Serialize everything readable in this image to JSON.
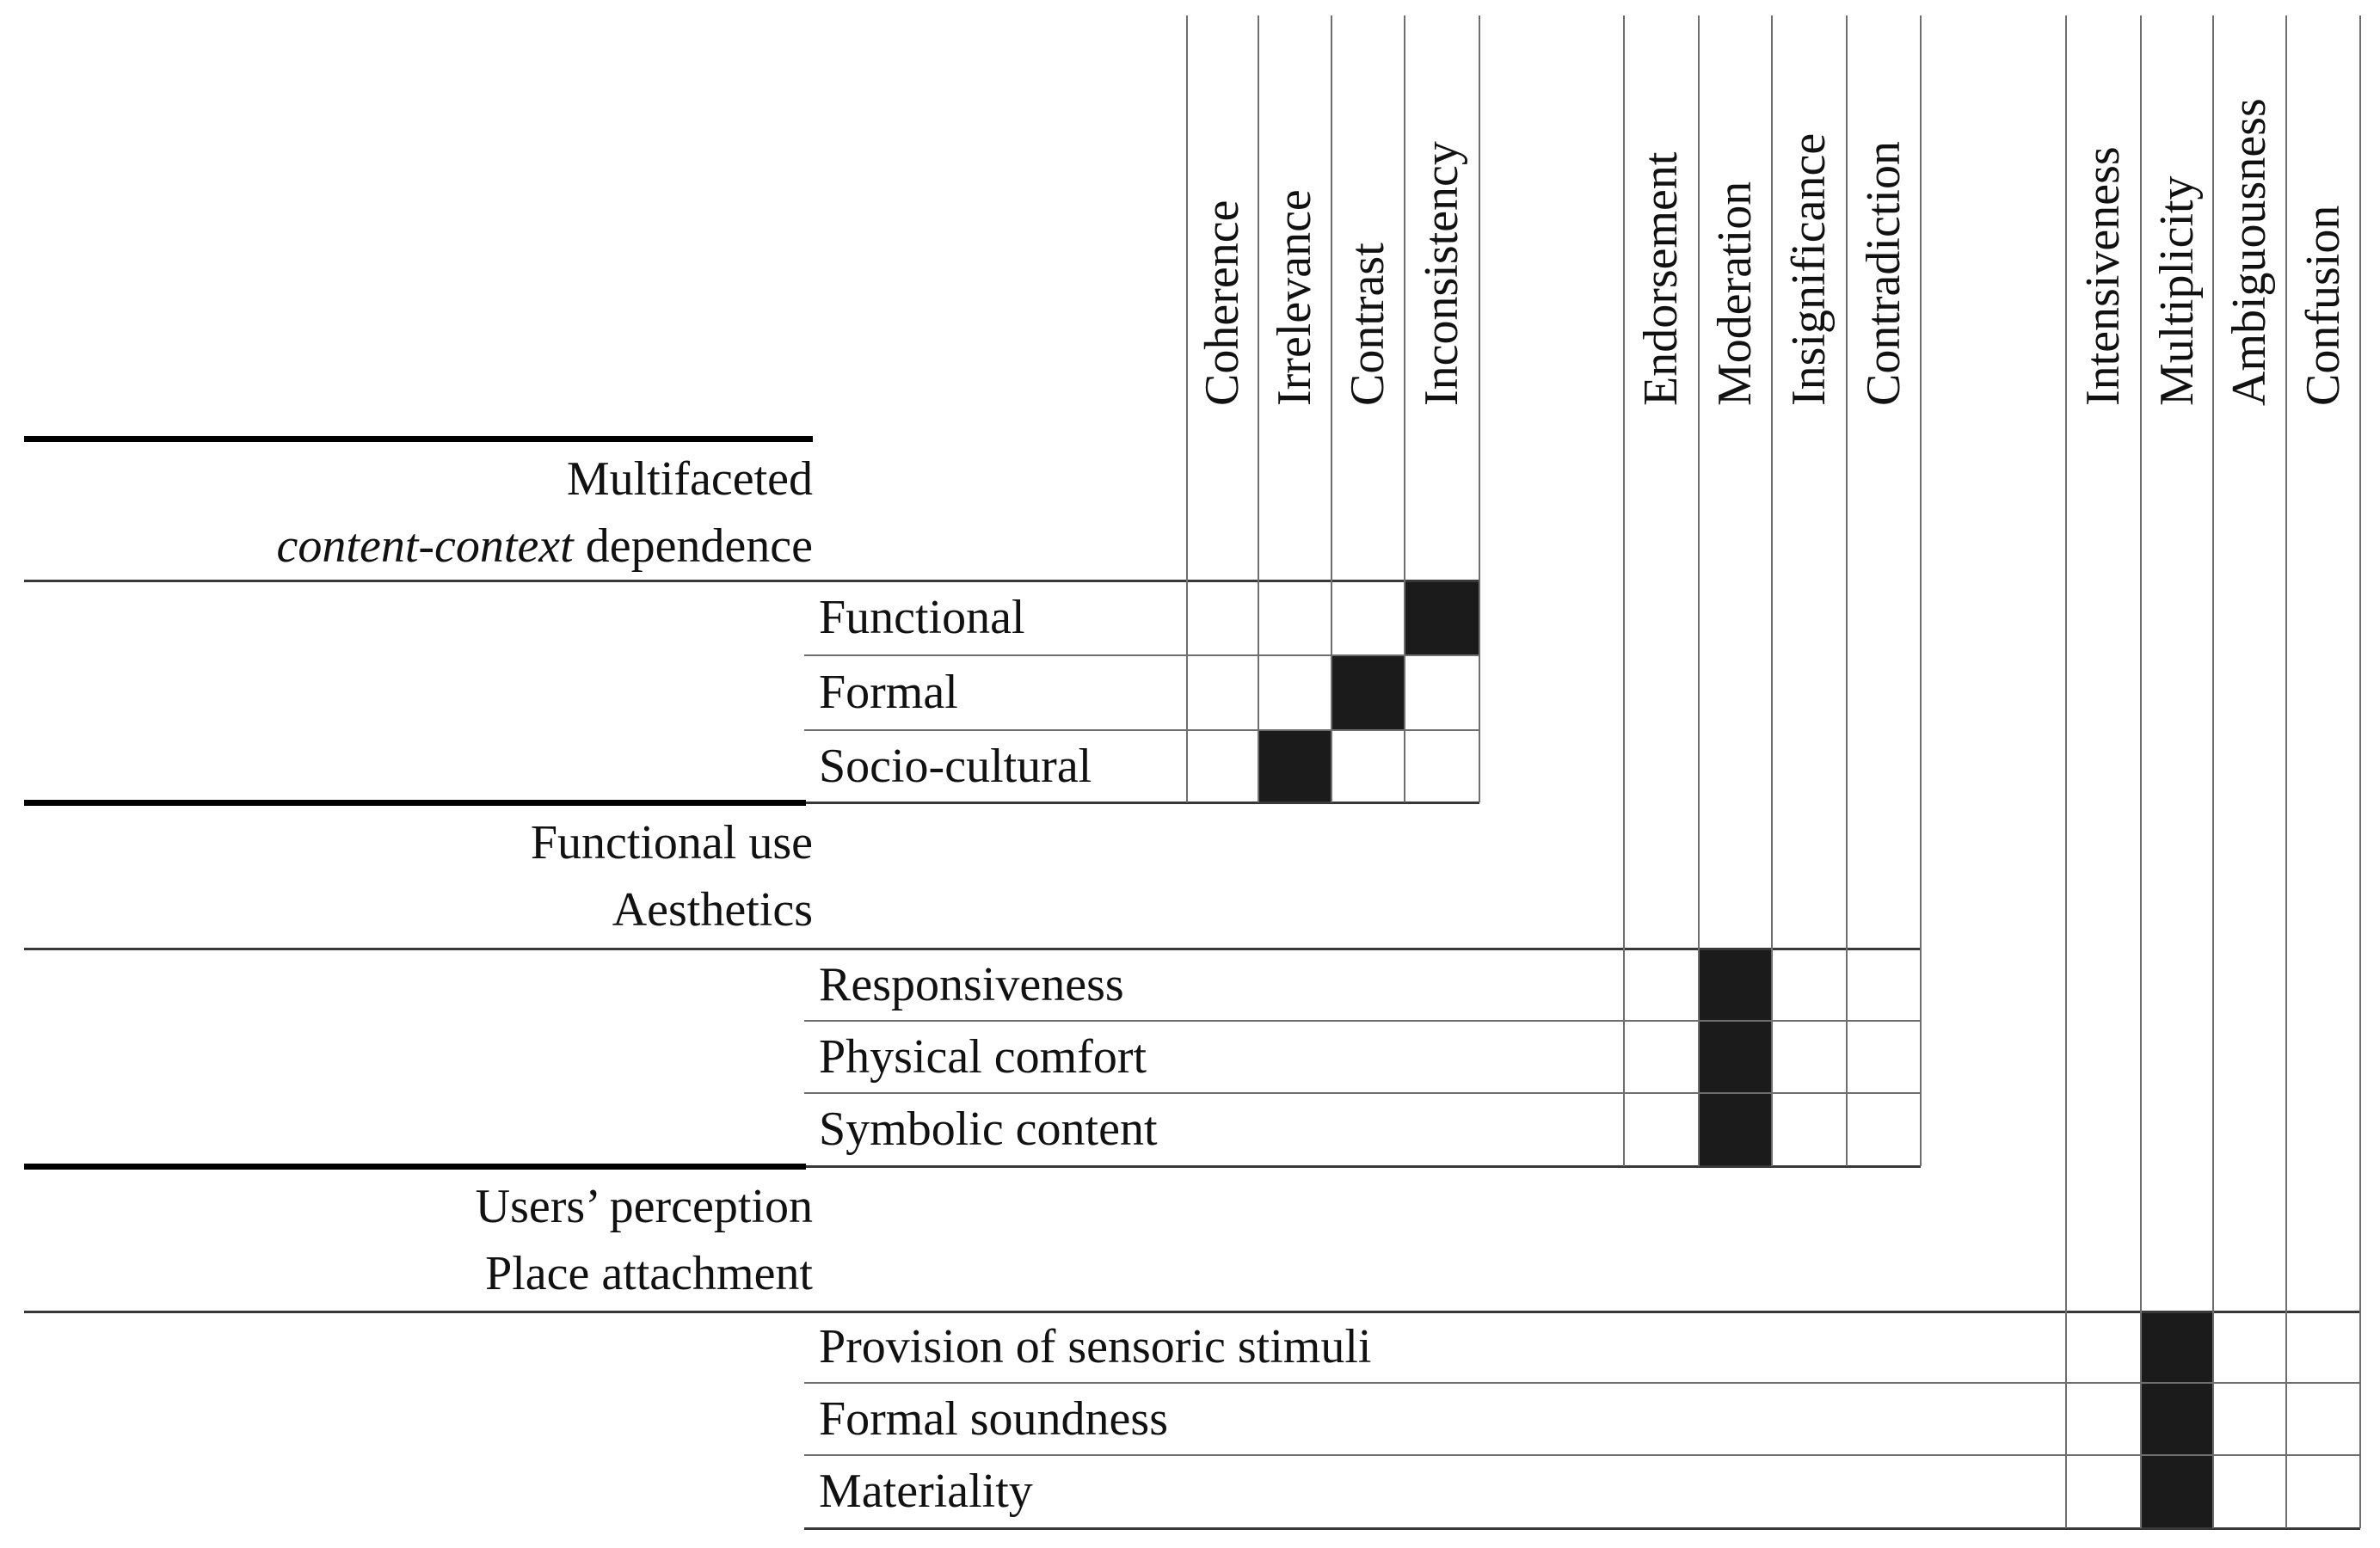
{
  "figure": {
    "description": "Matrix figure relating design criteria groups to context-relation categories",
    "colors": {
      "cell_fill": "#1b1b1b",
      "thick_rule": "#000000",
      "boundary_line": "#383838",
      "grid_line": "#6e6e6e",
      "text": "#111111"
    },
    "groups": [
      {
        "id": "multifaceted-content-context-dependence",
        "header_label_lines": [
          [
            {
              "text": "Multifaceted",
              "italic": false
            }
          ],
          [
            {
              "text": "content-context",
              "italic": true
            },
            {
              "text": " dependence",
              "italic": false
            }
          ]
        ],
        "columns": [
          "Coherence",
          "Irrelevance",
          "Contrast",
          "Inconsistency"
        ],
        "rows": [
          "Functional",
          "Formal",
          "Socio-cultural"
        ],
        "filled_cells": [
          {
            "row": "Functional",
            "column": "Inconsistency"
          },
          {
            "row": "Formal",
            "column": "Contrast"
          },
          {
            "row": "Socio-cultural",
            "column": "Irrelevance"
          }
        ]
      },
      {
        "id": "functional-use-aesthetics",
        "header_label_lines": [
          [
            {
              "text": "Functional use",
              "italic": false
            }
          ],
          [
            {
              "text": "Aesthetics",
              "italic": false
            }
          ]
        ],
        "columns": [
          "Endorsement",
          "Moderation",
          "Insignificance",
          "Contradiction"
        ],
        "rows": [
          "Responsiveness",
          "Physical comfort",
          "Symbolic content"
        ],
        "filled_cells": [
          {
            "row": "Responsiveness",
            "column": "Moderation"
          },
          {
            "row": "Physical comfort",
            "column": "Moderation"
          },
          {
            "row": "Symbolic content",
            "column": "Moderation"
          }
        ]
      },
      {
        "id": "users-perception-place-attachment",
        "header_label_lines": [
          [
            {
              "text": "Users’ perception",
              "italic": false
            }
          ],
          [
            {
              "text": "Place attachment",
              "italic": false
            }
          ]
        ],
        "columns": [
          "Intensiveness",
          "Multiplicity",
          "Ambiguousness",
          "Confusion"
        ],
        "rows": [
          "Provision of sensoric stimuli",
          "Formal soundness",
          "Materiality"
        ],
        "filled_cells": [
          {
            "row": "Provision of sensoric stimuli",
            "column": "Multiplicity"
          },
          {
            "row": "Formal soundness",
            "column": "Multiplicity"
          },
          {
            "row": "Materiality",
            "column": "Multiplicity"
          }
        ]
      }
    ]
  }
}
